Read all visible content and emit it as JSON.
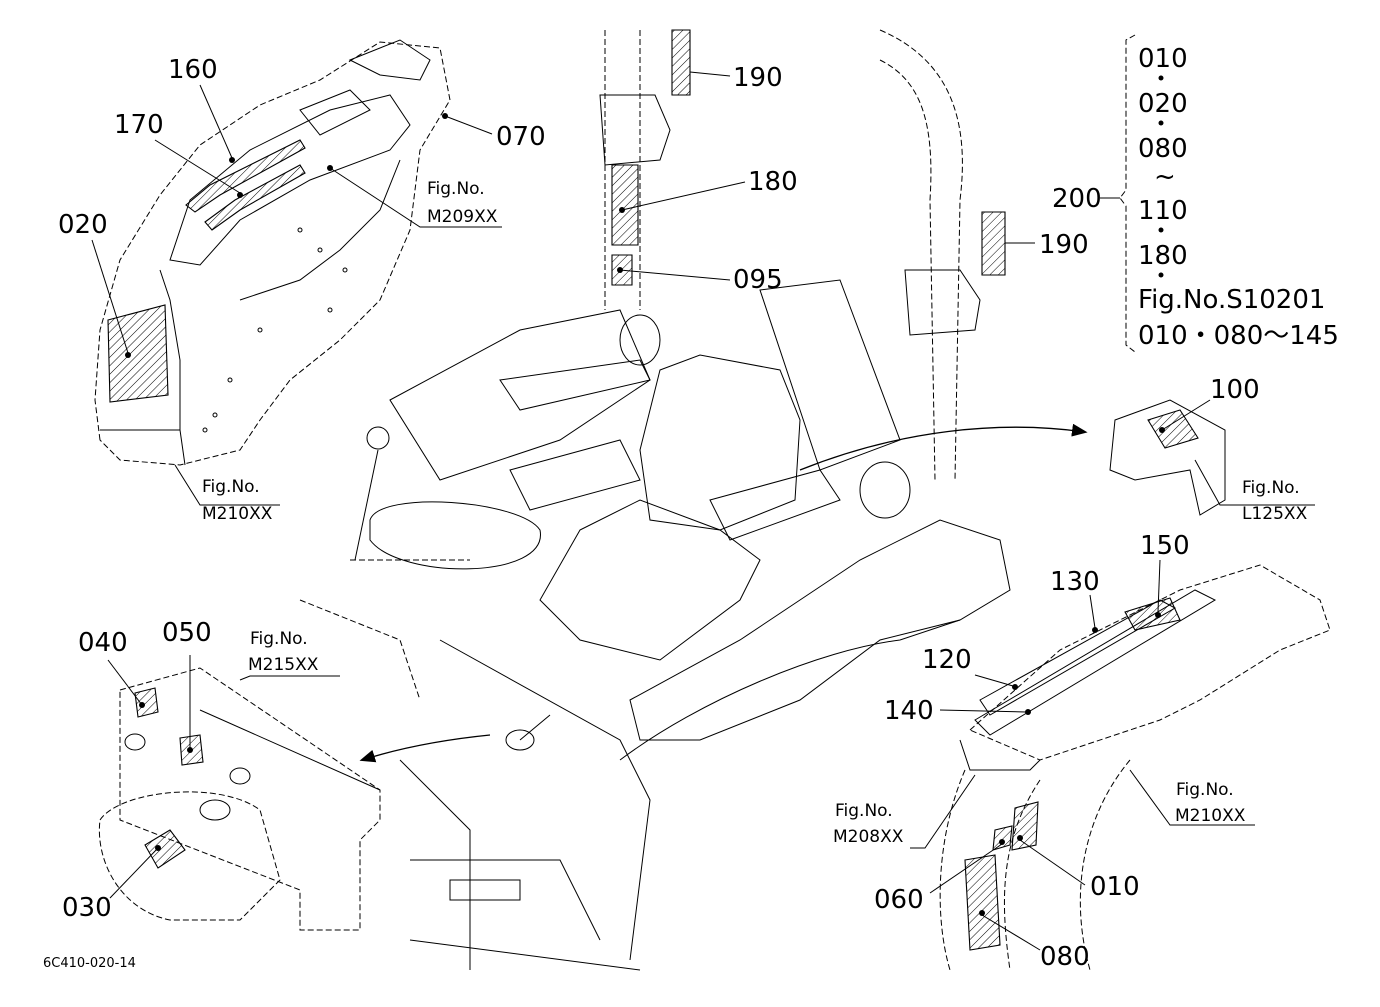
{
  "figure": {
    "code": "6C410-020-14",
    "callouts": {
      "c010": "010",
      "c020": "020",
      "c030": "030",
      "c040": "040",
      "c050": "050",
      "c060": "060",
      "c070": "070",
      "c080": "080",
      "c095": "095",
      "c100": "100",
      "c120": "120",
      "c130": "130",
      "c140": "140",
      "c150": "150",
      "c160": "160",
      "c170": "170",
      "c180": "180",
      "c190a": "190",
      "c190b": "190",
      "c200": "200"
    },
    "fig_refs": {
      "m209": {
        "label": "Fig.No.",
        "code": "M209XX"
      },
      "m210_left": {
        "label": "Fig.No.",
        "code": "M210XX"
      },
      "m215": {
        "label": "Fig.No.",
        "code": "M215XX"
      },
      "l125": {
        "label": "Fig.No.",
        "code": "L125XX"
      },
      "m208": {
        "label": "Fig.No.",
        "code": "M208XX"
      },
      "m210_right": {
        "label": "Fig.No.",
        "code": "M210XX"
      }
    },
    "kit_list": {
      "items": [
        "010",
        "020",
        "080",
        "110",
        "180"
      ],
      "tilde": "~",
      "ref_line1": "Fig.No.S10201",
      "ref_line2": "010・080～145"
    }
  }
}
